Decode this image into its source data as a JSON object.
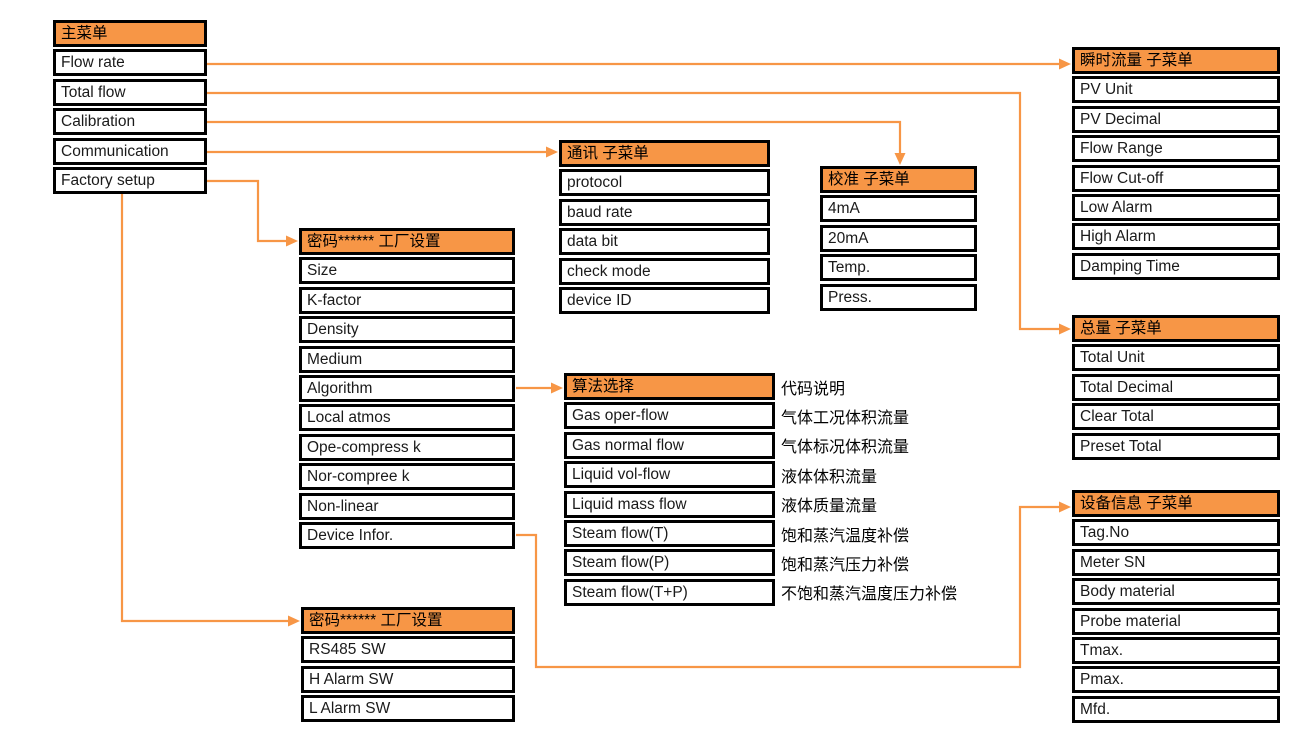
{
  "diagram": {
    "colors": {
      "header_fill": "#F79646",
      "connector": "#F79646",
      "border": "#000000",
      "cell_fill": "#FFFFFF",
      "text": "#1A1A1A"
    },
    "menus": [
      {
        "id": "main-menu",
        "header": "主菜单",
        "items": [
          "Flow rate",
          "Total flow",
          "Calibration",
          "Communication",
          "Factory setup"
        ]
      },
      {
        "id": "factory-setup-menu",
        "header": "密码****** 工厂设置",
        "items": [
          "Size",
          "K-factor",
          "Density",
          "Medium",
          "Algorithm",
          "Local atmos",
          "Ope-compress k",
          "Nor-compree k",
          "Non-linear",
          "Device Infor."
        ]
      },
      {
        "id": "factory-setup-menu-2",
        "header": "密码****** 工厂设置",
        "items": [
          "RS485 SW",
          "H Alarm SW",
          "L Alarm SW"
        ]
      },
      {
        "id": "communication-submenu",
        "header": "通讯 子菜单",
        "items": [
          "protocol",
          "baud rate",
          "data bit",
          "check mode",
          "device ID"
        ]
      },
      {
        "id": "calibration-submenu",
        "header": "校准 子菜单",
        "items": [
          "4mA",
          "20mA",
          "Temp.",
          "Press."
        ]
      },
      {
        "id": "algorithm-menu",
        "header": "算法选择",
        "items": [
          "Gas oper-flow",
          "Gas normal flow",
          "Liquid vol-flow",
          "Liquid mass flow",
          "Steam flow(T)",
          "Steam flow(P)",
          "Steam flow(T+P)"
        ],
        "annotation_header": "代码说明",
        "annotations": [
          "气体工况体积流量",
          "气体标况体积流量",
          "液体体积流量",
          "液体质量流量",
          "饱和蒸汽温度补偿",
          "饱和蒸汽压力补偿",
          "不饱和蒸汽温度压力补偿"
        ]
      },
      {
        "id": "instant-flow-submenu",
        "header": "瞬时流量 子菜单",
        "items": [
          "PV Unit",
          "PV Decimal",
          "Flow Range",
          "Flow Cut-off",
          "Low Alarm",
          "High Alarm",
          "Damping Time"
        ]
      },
      {
        "id": "total-submenu",
        "header": "总量 子菜单",
        "items": [
          "Total Unit",
          "Total Decimal",
          "Clear Total",
          "Preset Total"
        ]
      },
      {
        "id": "device-info-submenu",
        "header": "设备信息 子菜单",
        "items": [
          "Tag.No",
          "Meter SN",
          "Body material",
          "Probe material",
          "Tmax.",
          "Pmax.",
          "Mfd."
        ]
      }
    ],
    "connections": [
      {
        "from": "main-menu:Flow rate",
        "to": "instant-flow-submenu"
      },
      {
        "from": "main-menu:Total flow",
        "to": "total-submenu"
      },
      {
        "from": "main-menu:Calibration",
        "to": "calibration-submenu"
      },
      {
        "from": "main-menu:Communication",
        "to": "communication-submenu"
      },
      {
        "from": "main-menu:Factory setup",
        "to": "factory-setup-menu"
      },
      {
        "from": "main-menu:Factory setup",
        "to": "factory-setup-menu-2"
      },
      {
        "from": "factory-setup-menu:Algorithm",
        "to": "algorithm-menu"
      },
      {
        "from": "factory-setup-menu:Device Infor.",
        "to": "device-info-submenu"
      }
    ]
  }
}
